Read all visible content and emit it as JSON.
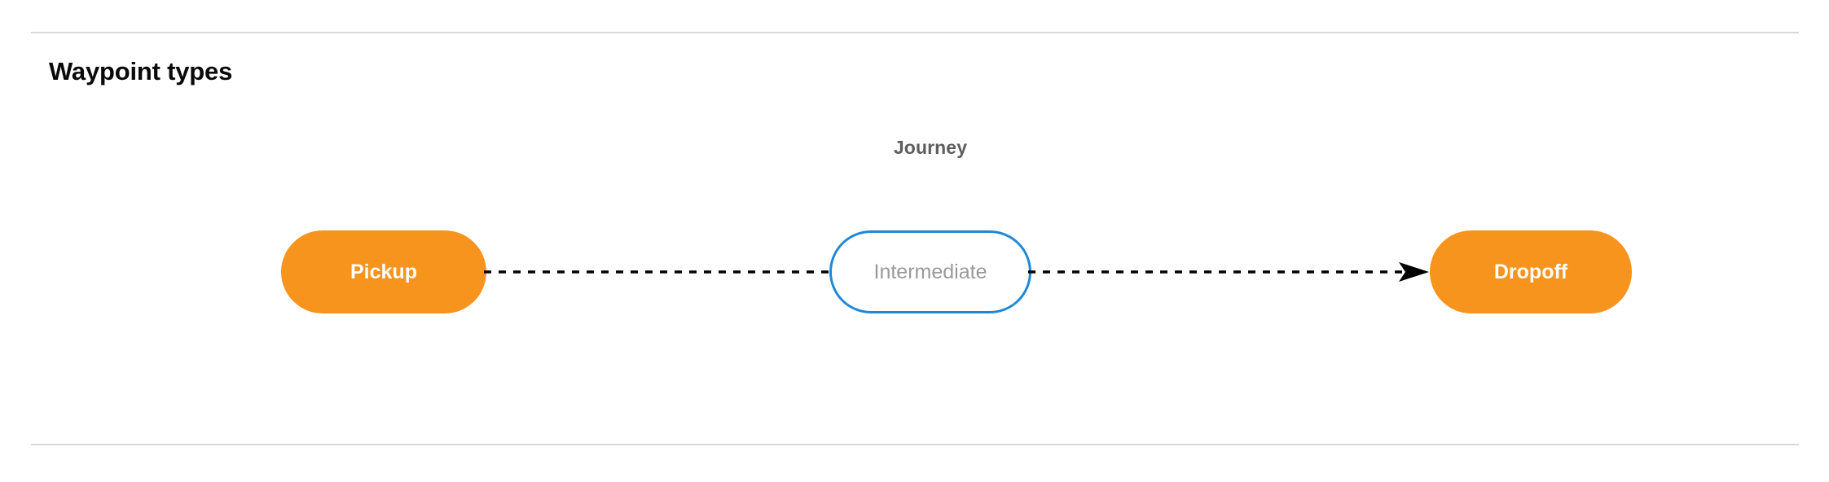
{
  "section": {
    "title": "Waypoint types"
  },
  "diagram": {
    "group_label": "Journey",
    "nodes": [
      {
        "id": "pickup",
        "label": "Pickup",
        "style": "filled",
        "fill": "#f7941e",
        "text_color": "#ffffff"
      },
      {
        "id": "intermediate",
        "label": "Intermediate",
        "style": "outlined",
        "fill": "#ffffff",
        "border_color": "#1e88d8",
        "text_color": "#9a9a9a"
      },
      {
        "id": "dropoff",
        "label": "Dropoff",
        "style": "filled",
        "fill": "#f7941e",
        "text_color": "#ffffff"
      }
    ],
    "connectors": [
      {
        "id": "pickup-to-intermediate",
        "style": "dashed",
        "arrowhead": false,
        "color": "#000000"
      },
      {
        "id": "intermediate-to-dropoff",
        "style": "dashed",
        "arrowhead": true,
        "color": "#000000"
      }
    ]
  },
  "theme": {
    "divider_color": "#d9d9d9",
    "accent_orange": "#f7941e",
    "accent_blue": "#1e88d8",
    "title_color": "#0a0a0a",
    "group_label_color": "#5e5e5e"
  }
}
